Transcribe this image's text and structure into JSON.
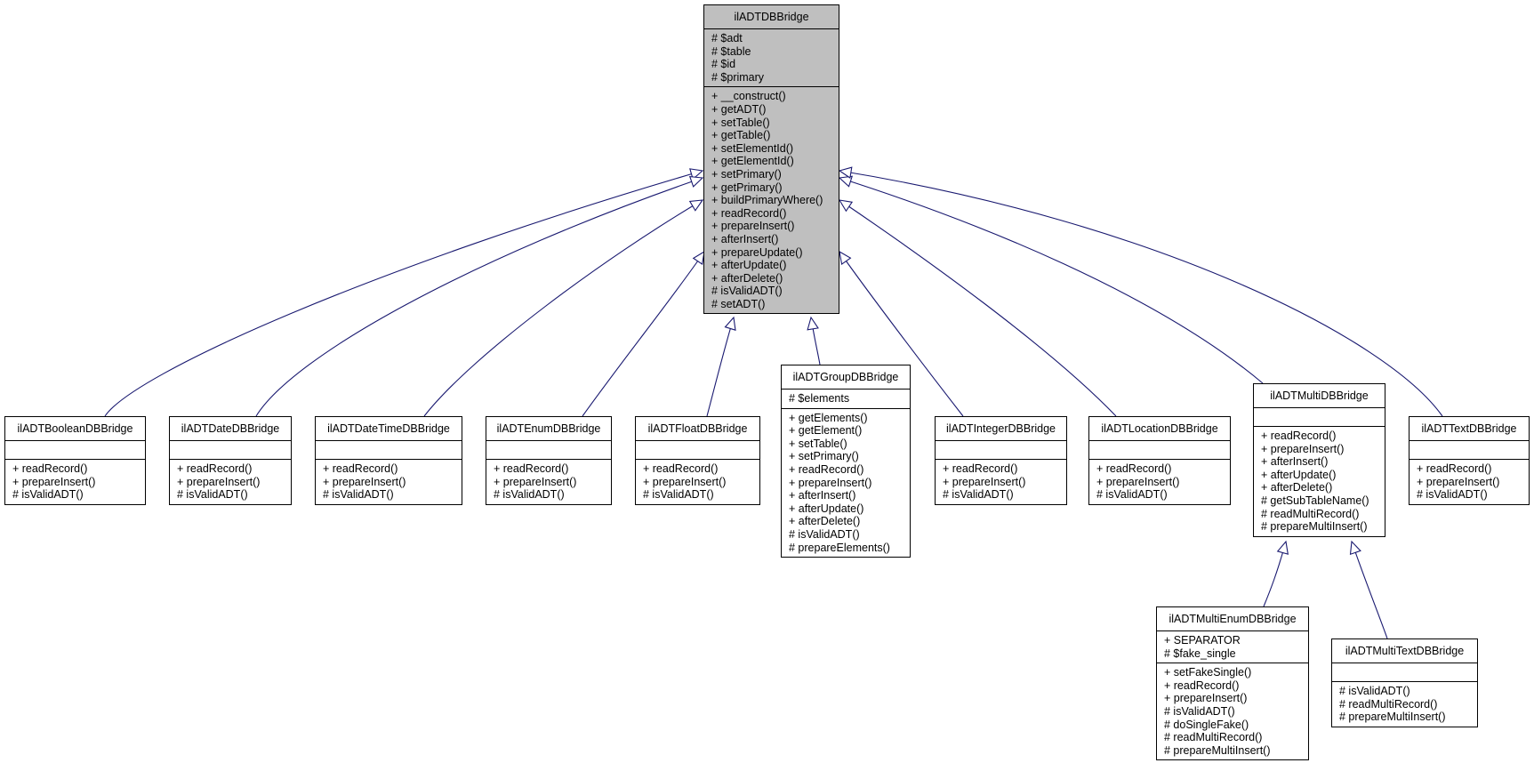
{
  "classes": {
    "base": {
      "name": "ilADTDBBridge",
      "attributes": [
        "# $adt",
        "# $table",
        "# $id",
        "# $primary"
      ],
      "methods": [
        "+ __construct()",
        "+ getADT()",
        "+ setTable()",
        "+ getTable()",
        "+ setElementId()",
        "+ getElementId()",
        "+ setPrimary()",
        "+ getPrimary()",
        "+ buildPrimaryWhere()",
        "+ readRecord()",
        "+ prepareInsert()",
        "+ afterInsert()",
        "+ prepareUpdate()",
        "+ afterUpdate()",
        "+ afterDelete()",
        "# isValidADT()",
        "# setADT()"
      ]
    },
    "boolean": {
      "name": "ilADTBooleanDBBridge",
      "attributes": [],
      "methods": [
        "+ readRecord()",
        "+ prepareInsert()",
        "# isValidADT()"
      ]
    },
    "date": {
      "name": "ilADTDateDBBridge",
      "attributes": [],
      "methods": [
        "+ readRecord()",
        "+ prepareInsert()",
        "# isValidADT()"
      ]
    },
    "datetime": {
      "name": "ilADTDateTimeDBBridge",
      "attributes": [],
      "methods": [
        "+ readRecord()",
        "+ prepareInsert()",
        "# isValidADT()"
      ]
    },
    "enum": {
      "name": "ilADTEnumDBBridge",
      "attributes": [],
      "methods": [
        "+ readRecord()",
        "+ prepareInsert()",
        "# isValidADT()"
      ]
    },
    "float": {
      "name": "ilADTFloatDBBridge",
      "attributes": [],
      "methods": [
        "+ readRecord()",
        "+ prepareInsert()",
        "# isValidADT()"
      ]
    },
    "group": {
      "name": "ilADTGroupDBBridge",
      "attributes": [
        "# $elements"
      ],
      "methods": [
        "+ getElements()",
        "+ getElement()",
        "+ setTable()",
        "+ setPrimary()",
        "+ readRecord()",
        "+ prepareInsert()",
        "+ afterInsert()",
        "+ afterUpdate()",
        "+ afterDelete()",
        "# isValidADT()",
        "# prepareElements()"
      ]
    },
    "integer": {
      "name": "ilADTIntegerDBBridge",
      "attributes": [],
      "methods": [
        "+ readRecord()",
        "+ prepareInsert()",
        "# isValidADT()"
      ]
    },
    "location": {
      "name": "ilADTLocationDBBridge",
      "attributes": [],
      "methods": [
        "+ readRecord()",
        "+ prepareInsert()",
        "# isValidADT()"
      ]
    },
    "multi": {
      "name": "ilADTMultiDBBridge",
      "attributes": [],
      "methods": [
        "+ readRecord()",
        "+ prepareInsert()",
        "+ afterInsert()",
        "+ afterUpdate()",
        "+ afterDelete()",
        "# getSubTableName()",
        "# readMultiRecord()",
        "# prepareMultiInsert()"
      ]
    },
    "text": {
      "name": "ilADTTextDBBridge",
      "attributes": [],
      "methods": [
        "+ readRecord()",
        "+ prepareInsert()",
        "# isValidADT()"
      ]
    },
    "multienum": {
      "name": "ilADTMultiEnumDBBridge",
      "attributes": [
        "+ SEPARATOR",
        "# $fake_single"
      ],
      "methods": [
        "+ setFakeSingle()",
        "+ readRecord()",
        "+ prepareInsert()",
        "# isValidADT()",
        "# doSingleFake()",
        "# readMultiRecord()",
        "# prepareMultiInsert()"
      ]
    },
    "multitext": {
      "name": "ilADTMultiTextDBBridge",
      "attributes": [],
      "methods": [
        "# isValidADT()",
        "# readMultiRecord()",
        "# prepareMultiInsert()"
      ]
    }
  },
  "inheritance": [
    {
      "child": "boolean",
      "parent": "base"
    },
    {
      "child": "date",
      "parent": "base"
    },
    {
      "child": "datetime",
      "parent": "base"
    },
    {
      "child": "enum",
      "parent": "base"
    },
    {
      "child": "float",
      "parent": "base"
    },
    {
      "child": "group",
      "parent": "base"
    },
    {
      "child": "integer",
      "parent": "base"
    },
    {
      "child": "location",
      "parent": "base"
    },
    {
      "child": "multi",
      "parent": "base"
    },
    {
      "child": "text",
      "parent": "base"
    },
    {
      "child": "multienum",
      "parent": "multi"
    },
    {
      "child": "multitext",
      "parent": "multi"
    }
  ],
  "colors": {
    "edge": "#191970",
    "base_fill": "#bfbfbf",
    "box_fill": "#ffffff",
    "border": "#000000"
  }
}
